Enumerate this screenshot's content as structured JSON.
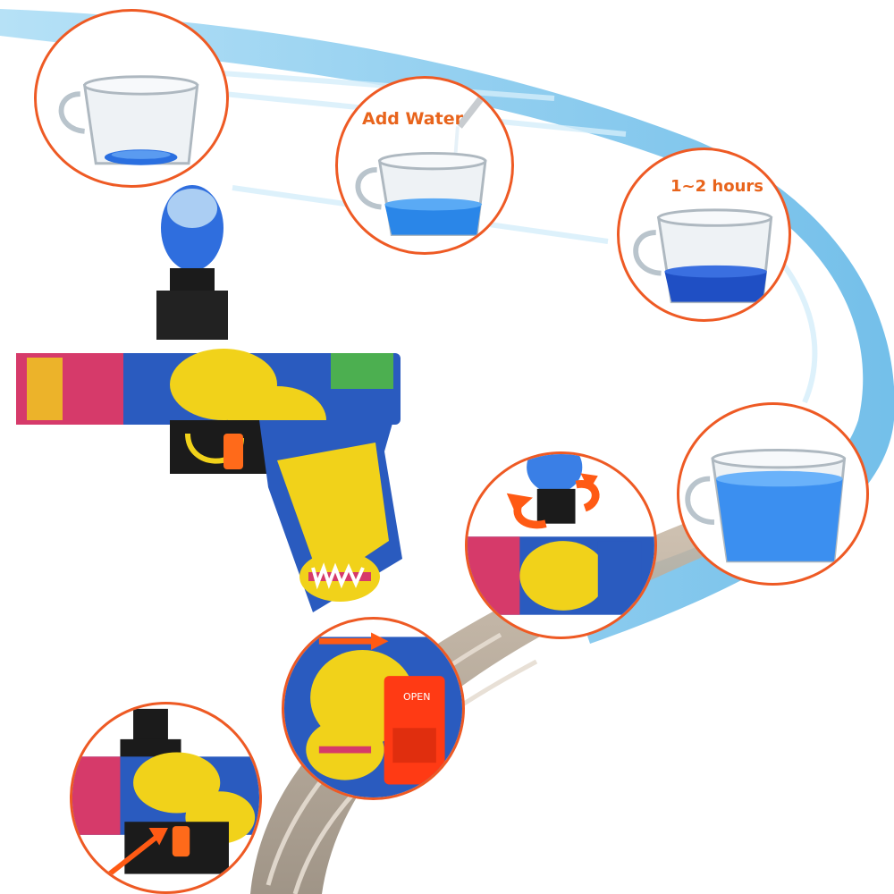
{
  "steps": {
    "add_water": "Add Water",
    "soak_time": "1~2 hours",
    "hopper_door": "OPEN"
  },
  "colors": {
    "accent": "#ee5a24",
    "caption": "#e8641c",
    "water_blue": "#1e6fd9",
    "stroke_light": "#7ec8ee",
    "stroke_taupe": "#b3a594",
    "graffiti_yellow": "#f1d21a",
    "graffiti_pink": "#d63a6a",
    "graffiti_blue": "#2a5bbf"
  },
  "icons": [
    "rotate-arrows-icon",
    "insert-arrow-icon",
    "pull-arrow-icon"
  ]
}
